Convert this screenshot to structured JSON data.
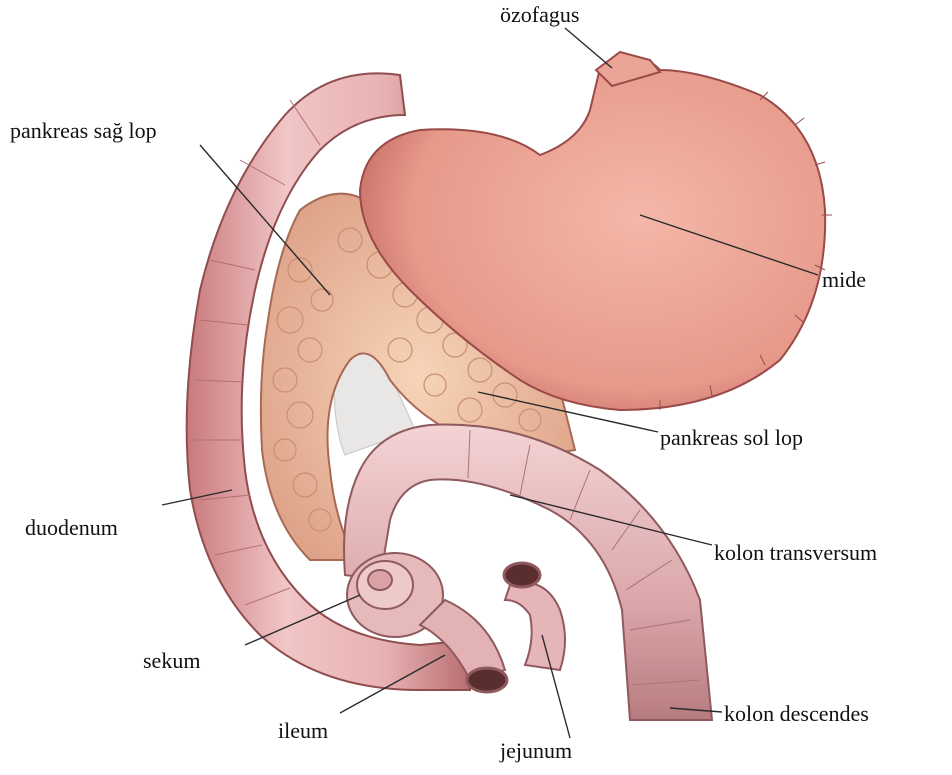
{
  "labels": {
    "ozofagus": "özofagus",
    "pankreas_sag_lop": "pankreas sağ lop",
    "mide": "mide",
    "pankreas_sol_lop": "pankreas sol lop",
    "duodenum": "duodenum",
    "kolon_transversum": "kolon transversum",
    "sekum": "sekum",
    "ileum": "ileum",
    "kolon_descendes": "kolon descendes",
    "jejunum": "jejunum"
  },
  "colors": {
    "stomach": "#e9a091",
    "intestine": "#e9bcbd",
    "pancreas": "#f0c2a3",
    "outline": "#9a4a48",
    "mesentery": "#e8e6e4"
  }
}
